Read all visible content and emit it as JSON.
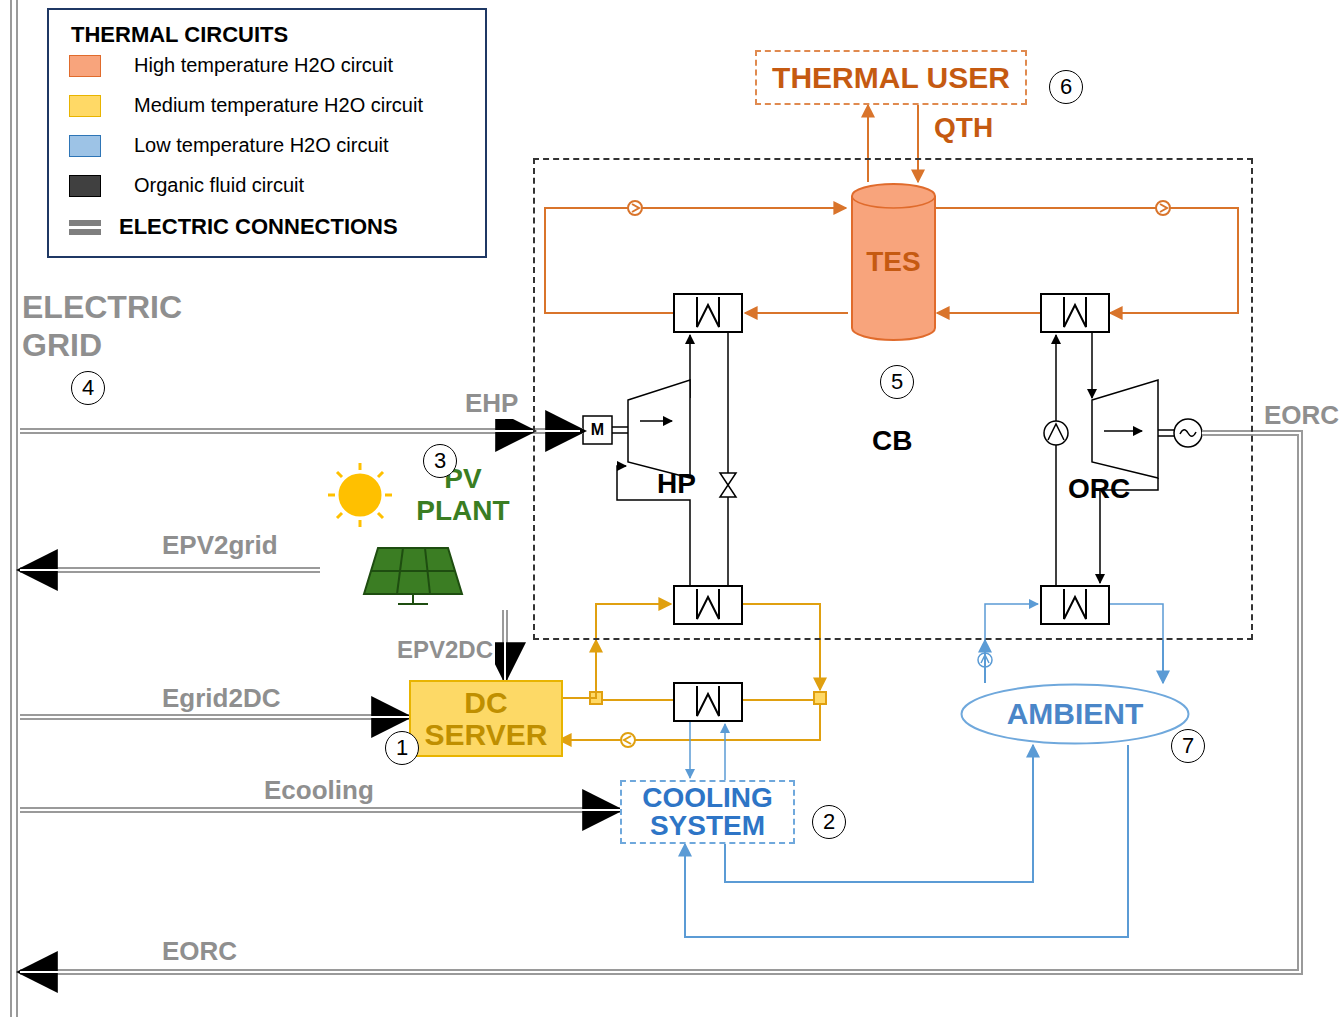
{
  "diagram": {
    "nodes": [
      {
        "text": [
          "THERMAL USER"
        ]
      },
      {
        "text": [
          "CB"
        ]
      },
      {
        "text": [
          "TES"
        ],
        "in": 1
      },
      {
        "text": [
          "ELECTRIC GRID"
        ]
      },
      {
        "text": [
          "PV PLANT"
        ]
      },
      {
        "text": [
          "DC SERVER"
        ]
      },
      {
        "text": [
          "COOLING SYSTEM"
        ]
      },
      {
        "text": [
          "AMBIENT"
        ]
      }
    ],
    "edges": [
      {
        "from": 2,
        "to": 0,
        "arrow": "to"
      },
      {
        "from": 0,
        "to": 2,
        "label": "QTH",
        "arrow": "to"
      },
      {
        "from": 3,
        "to": 1,
        "label": "EHP",
        "arrow": "to"
      },
      {
        "from": 4,
        "to": 3,
        "label": "EPV2grid",
        "arrow": "to"
      },
      {
        "from": 4,
        "to": 5,
        "label": "EPV2DC",
        "arrow": "to"
      },
      {
        "from": 3,
        "to": 5,
        "label": "Egrid2DC",
        "arrow": "to"
      },
      {
        "from": 3,
        "to": 6,
        "label": "Ecooling",
        "arrow": "to"
      },
      {
        "from": 1,
        "to": 3,
        "label": "EORC",
        "arrow": "to"
      },
      {
        "from": 5,
        "to": 1,
        "arrow": "to"
      },
      {
        "from": 6,
        "to": 7,
        "arrow": "to"
      },
      {
        "from": 7,
        "to": 6,
        "arrow": "to"
      },
      {
        "from": 7,
        "to": 1,
        "arrow": "to"
      },
      {
        "from": 1,
        "to": 7,
        "arrow": "to"
      }
    ],
    "labels": [
      "THERMAL CIRCUITS",
      "4",
      "3",
      "HP",
      "ORC",
      "M",
      "5",
      "6",
      "1",
      "2",
      "7",
      "EORC"
    ],
    "legend": [
      {
        "text": "High temperature H2O circuit",
        "color": "#f8a47c"
      },
      {
        "text": "Medium temperature H2O circuit",
        "color": "#ffd966"
      },
      {
        "text": "Low temperature H2O circuit",
        "color": "#9dc3e6"
      },
      {
        "text": "Organic fluid circuit",
        "color": "#404040"
      },
      {
        "text": "ELECTRIC CONNECTIONS"
      }
    ]
  }
}
